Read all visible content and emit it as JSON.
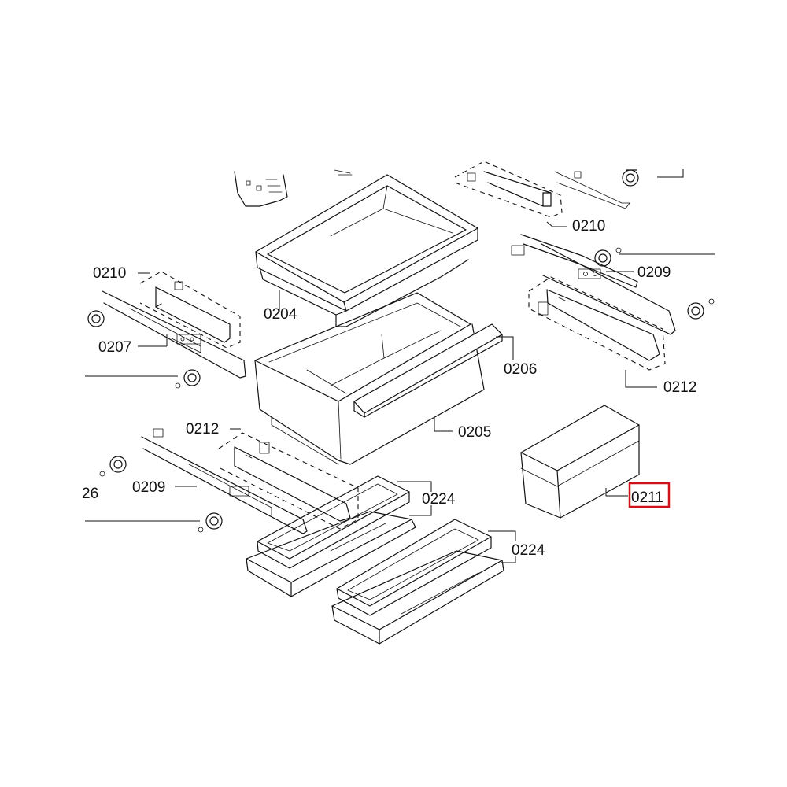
{
  "colors": {
    "line": "#111111",
    "background": "#ffffff",
    "highlight": "#d0111b"
  },
  "callouts": {
    "c0210_top": "0210",
    "c0210_left": "0210",
    "c0209_right": "0209",
    "c0204": "0204",
    "c0207": "0207",
    "c0206": "0206",
    "c0212_right": "0212",
    "c0212_left": "0212",
    "c0205": "0205",
    "c0209_left": "0209",
    "c0224_a": "0224",
    "c0224_b": "0224",
    "c0211": "0211",
    "c26_partial": "26"
  },
  "highlighted_part": "0211"
}
